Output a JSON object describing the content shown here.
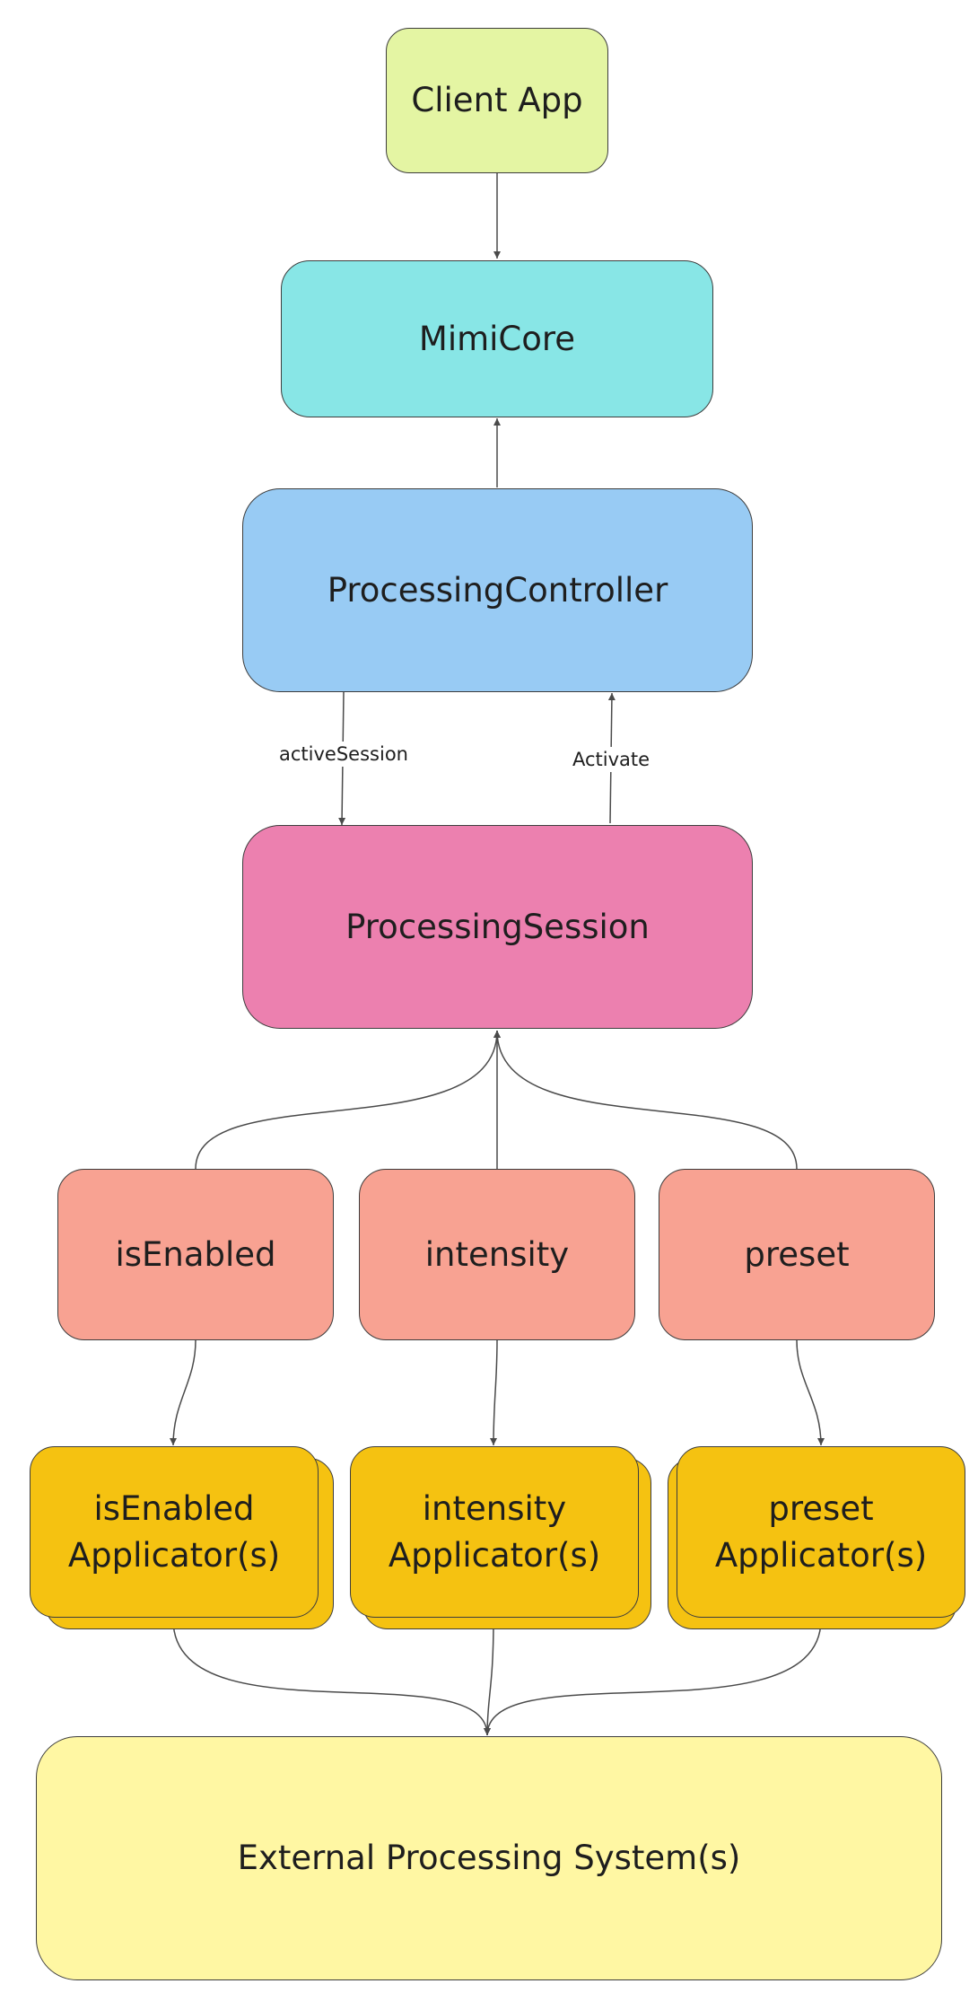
{
  "colors": {
    "client_app": "#e4f5a3",
    "mimicore": "#88e6e6",
    "processing_controller": "#98cbf4",
    "processing_session": "#ec80af",
    "parameter": "#f8a292",
    "applicator": "#f5c211",
    "external": "#fff7a3",
    "line": "#4a4a4a"
  },
  "nodes": {
    "client_app": "Client App",
    "mimicore": "MimiCore",
    "processing_controller": "ProcessingController",
    "processing_session": "ProcessingSession",
    "is_enabled": "isEnabled",
    "intensity": "intensity",
    "preset": "preset",
    "is_enabled_applicator": "isEnabled\nApplicator(s)",
    "intensity_applicator": "intensity\nApplicator(s)",
    "preset_applicator": "preset\nApplicator(s)",
    "external_processing": "External Processing System(s)"
  },
  "edges": {
    "active_session_label": "activeSession",
    "activate_label": "Activate"
  }
}
